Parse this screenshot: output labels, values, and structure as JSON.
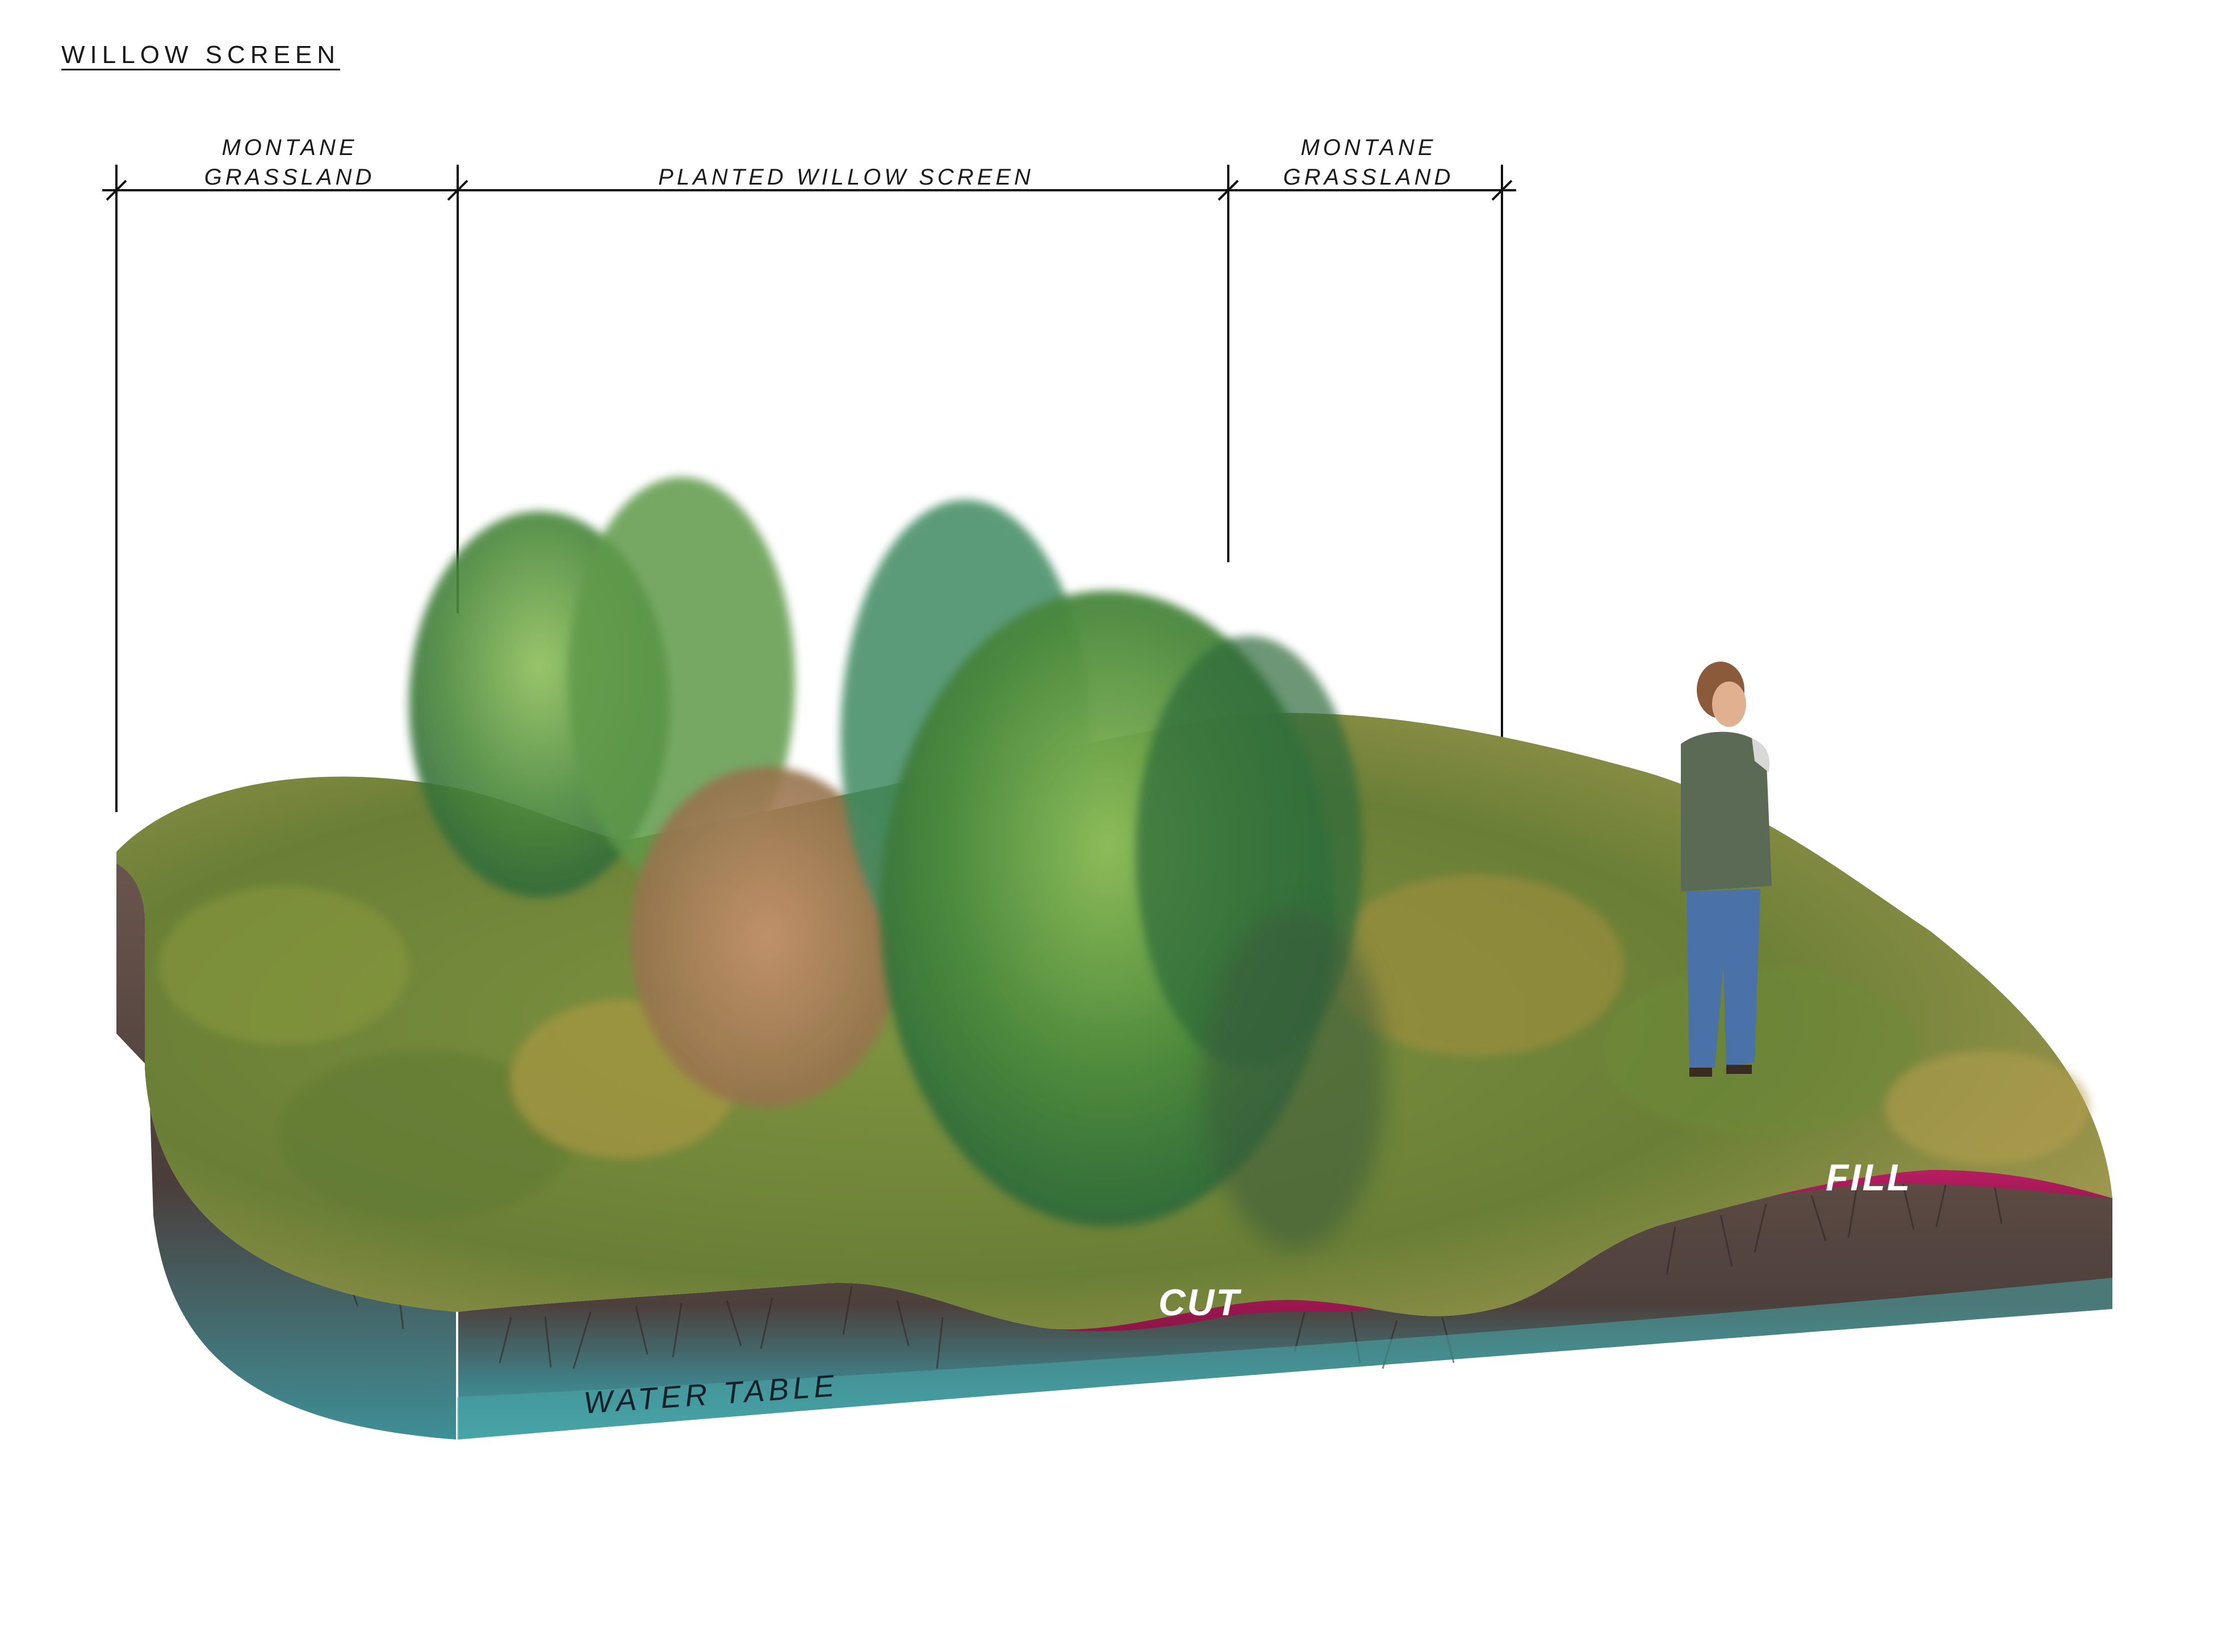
{
  "title": "WILLOW SCREEN",
  "zones": [
    {
      "line1": "MONTANE",
      "line2": "GRASSLAND"
    },
    {
      "line1": "",
      "line2": "PLANTED  WILLOW  SCREEN"
    },
    {
      "line1": "MONTANE",
      "line2": "GRASSLAND"
    }
  ],
  "labels": {
    "cut": "CUT",
    "fill": "FILL",
    "water_table": "WATER TABLE"
  },
  "colors": {
    "grass": "#6f8a3a",
    "grass_warm": "#b39a3c",
    "foliage": "#4f8f3a",
    "foliage_autumn": "#b9805a",
    "soil": "#5b4a43",
    "water": "#3c9aa0",
    "cut_fill": "#b0185a"
  }
}
